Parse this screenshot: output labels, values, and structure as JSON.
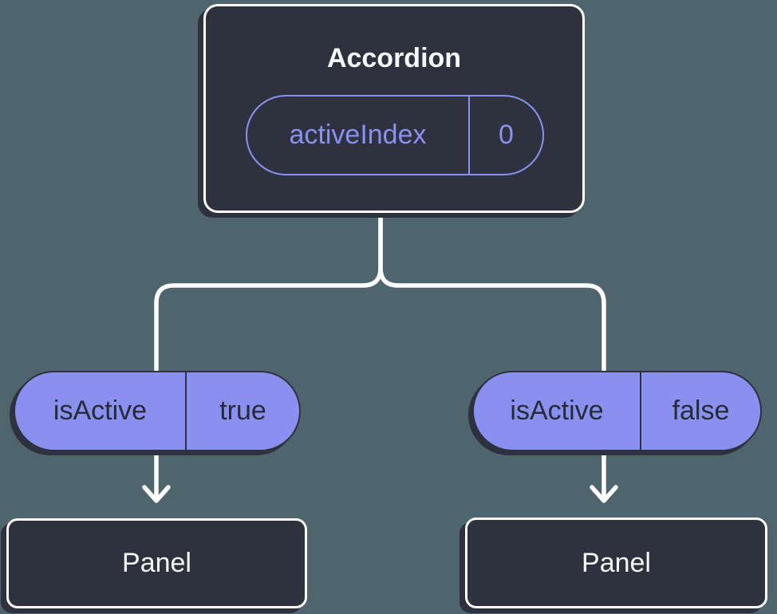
{
  "diagram": {
    "description": "React component tree showing state passed down as props",
    "colors": {
      "background": "#4f656e",
      "node_fill": "#2d323e",
      "node_border": "#ffffff",
      "accent_purple": "#8a90f0",
      "connector": "#ffffff",
      "dark_text": "#262b36",
      "light_text": "#f6f8fa"
    },
    "root": {
      "title": "Accordion",
      "prop": {
        "name": "activeIndex",
        "value": "0"
      }
    },
    "children": [
      {
        "prop": {
          "name": "isActive",
          "value": "true"
        },
        "node": {
          "title": "Panel"
        }
      },
      {
        "prop": {
          "name": "isActive",
          "value": "false"
        },
        "node": {
          "title": "Panel"
        }
      }
    ]
  }
}
